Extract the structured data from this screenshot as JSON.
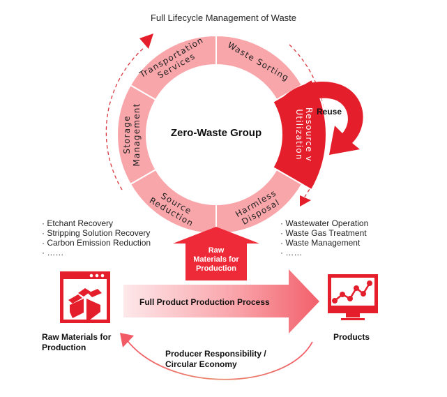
{
  "title": "Full Lifecycle Management of Waste",
  "center_label": "Zero-Waste Group",
  "ring_segments": [
    {
      "id": "waste-sorting",
      "lines": [
        "Waste Sorting"
      ],
      "highlight": false
    },
    {
      "id": "resource-utilization",
      "lines": [
        "Resource v",
        "Utilization"
      ],
      "highlight": true
    },
    {
      "id": "harmless-disposal",
      "lines": [
        "Harmless",
        "Disposal"
      ],
      "highlight": false
    },
    {
      "id": "source-reduction",
      "lines": [
        "Source",
        "Reduction"
      ],
      "highlight": false
    },
    {
      "id": "storage-management",
      "lines": [
        "Storage",
        "Management"
      ],
      "highlight": false
    },
    {
      "id": "transportation-services",
      "lines": [
        "Transportation",
        "Services"
      ],
      "highlight": false
    }
  ],
  "reuse_label": "Reuse",
  "left_list": [
    "Etchant Recovery",
    "Stripping Solution Recovery",
    "Carbon Emission Reduction",
    "……"
  ],
  "right_list": [
    "Wastewater Operation",
    "Waste Gas Treatment",
    "Waste Management",
    "……"
  ],
  "raw_materials_arrow_label": [
    "Raw",
    "Materials for",
    "Production"
  ],
  "process_label": "Full Product Production Process",
  "raw_materials_caption": [
    "Raw Materials for",
    "Production"
  ],
  "products_caption": "Products",
  "circular_caption": [
    "Producer Responsibility /",
    "Circular Economy"
  ],
  "icons": {
    "raw_materials": "open-box-window-icon",
    "products": "monitor-line-chart-icon"
  },
  "colors": {
    "segment": "#f9a6ab",
    "highlight": "#e41e2b",
    "accent": "#e8202f",
    "dashed": "#d9363e"
  }
}
